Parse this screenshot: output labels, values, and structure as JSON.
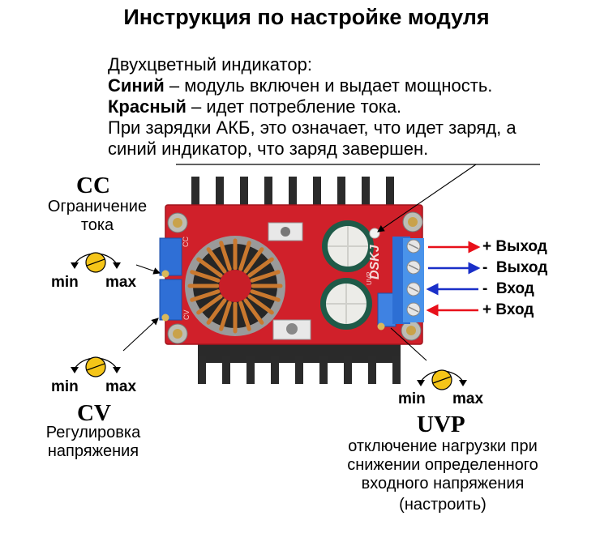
{
  "title": "Инструкция по настройке модуля",
  "indicator": {
    "heading": "Двухцветный индикатор:",
    "blue_label": "Синий",
    "blue_text": " – модуль включен и выдает мощность.",
    "red_label": "Красный",
    "red_text": " – идет потребление тока.",
    "line3": "При зарядки АКБ, это означает, что идет заряд, а",
    "line4": "синий индикатор, что заряд завершен."
  },
  "cc": {
    "title": "CC",
    "desc_line1": "Ограничение",
    "desc_line2": "тока",
    "min": "min",
    "max": "max"
  },
  "cv": {
    "title": "CV",
    "desc_line1": "Регулировка",
    "desc_line2": "напряжения",
    "min": "min",
    "max": "max"
  },
  "uvp": {
    "title": "UVP",
    "desc_line1": "отключение нагрузки при",
    "desc_line2": "снижении определенного",
    "desc_line3": "входного напряжения",
    "desc_line4": "(настроить)",
    "min": "min",
    "max": "max"
  },
  "terminals": [
    {
      "sign": "+",
      "label": "Выход",
      "color": "#e8101a",
      "direction": "out"
    },
    {
      "sign": "-",
      "label": "Выход",
      "color": "#1a2fc8",
      "direction": "out"
    },
    {
      "sign": "-",
      "label": "Вход",
      "color": "#1a2fc8",
      "direction": "in"
    },
    {
      "sign": "+",
      "label": "Вход",
      "color": "#e8101a",
      "direction": "in"
    }
  ],
  "pcb": {
    "silk_cc": "CC",
    "silk_cv": "CV",
    "silk_uvp": "UVP",
    "brand": "DSKJ"
  },
  "colors": {
    "knob": "#f5c518",
    "pcb_red": "#d0202a",
    "pot_blue": "#2f6fd6",
    "terminal_blue": "#3a86e0",
    "heatsink": "#2a2a2a",
    "copper": "#c9782e"
  }
}
